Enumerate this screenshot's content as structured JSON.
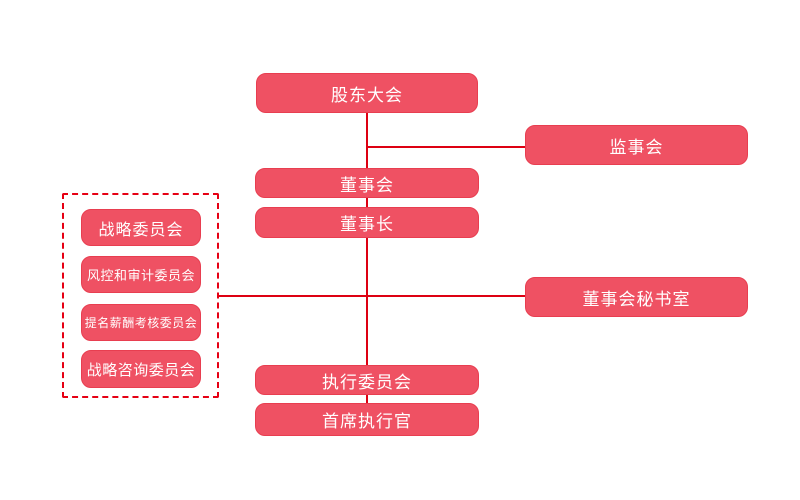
{
  "colors": {
    "node_fill": "#ef5163",
    "node_border": "#e83e50",
    "node_text": "#ffffff",
    "connector_line": "#dd0012",
    "group_dashed_border": "#e60013",
    "background": "#ffffff"
  },
  "org_chart": {
    "type": "org-tree",
    "nodes": {
      "shareholders_meeting": "股东大会",
      "supervisory_board": "监事会",
      "board_of_directors": "董事会",
      "chairman": "董事长",
      "strategy_committee": "战略委员会",
      "risk_control_audit_committee": "风控和审计委员会",
      "nomination_remuneration_assessment_committee": "提名薪酬考核委员会",
      "strategy_advisory_committee": "战略咨询委员会",
      "board_secretary_office": "董事会秘书室",
      "executive_committee": "执行委员会",
      "chief_executive_officer": "首席执行官"
    },
    "edges": [
      {
        "from": "shareholders_meeting",
        "to": "supervisory_board"
      },
      {
        "from": "shareholders_meeting",
        "to": "board_of_directors"
      },
      {
        "from": "board_of_directors",
        "to": "chairman"
      },
      {
        "from": "chairman",
        "to": "committees_group"
      },
      {
        "from": "chairman",
        "to": "board_secretary_office"
      },
      {
        "from": "chairman",
        "to": "executive_committee"
      },
      {
        "from": "executive_committee",
        "to": "chief_executive_officer"
      }
    ],
    "groups": [
      {
        "id": "committees_group",
        "style": "dashed",
        "members": [
          "strategy_committee",
          "risk_control_audit_committee",
          "nomination_remuneration_assessment_committee",
          "strategy_advisory_committee"
        ]
      }
    ]
  }
}
